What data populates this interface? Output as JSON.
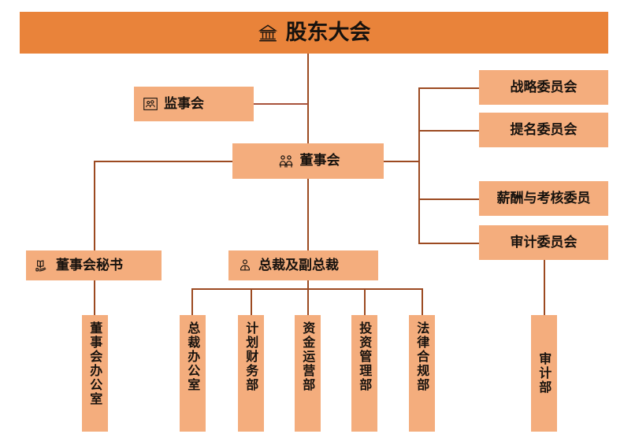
{
  "chart": {
    "type": "org-chart",
    "title": "股东大会",
    "palette": {
      "banner_bg": "#E9833A",
      "card_bg": "#F4AD7D",
      "line": "#9C4A21",
      "text": "#17120E",
      "page_bg": "#FFFFFF"
    }
  },
  "banner": {
    "label": "股东大会",
    "icon": "bank-icon"
  },
  "supervisory": {
    "label": "监事会",
    "icon": "people-frame-icon"
  },
  "board": {
    "label": "董事会",
    "icon": "two-people-icon"
  },
  "committees": [
    {
      "label": "战略委员会"
    },
    {
      "label": "提名委员会"
    },
    {
      "label": "薪酬与考核委员"
    },
    {
      "label": "审计委员会"
    }
  ],
  "secretary": {
    "label": "董事会秘书",
    "icon": "book-hand-icon"
  },
  "president": {
    "label": "总裁及副总裁",
    "icon": "person-icon"
  },
  "secretary_departments": [
    {
      "label": "董事会办公室"
    }
  ],
  "president_departments": [
    {
      "label": "总裁办公室"
    },
    {
      "label": "计划财务部"
    },
    {
      "label": "资金运营部"
    },
    {
      "label": "投资管理部"
    },
    {
      "label": "法律合规部"
    }
  ],
  "audit_departments": [
    {
      "label": "审计部"
    }
  ]
}
